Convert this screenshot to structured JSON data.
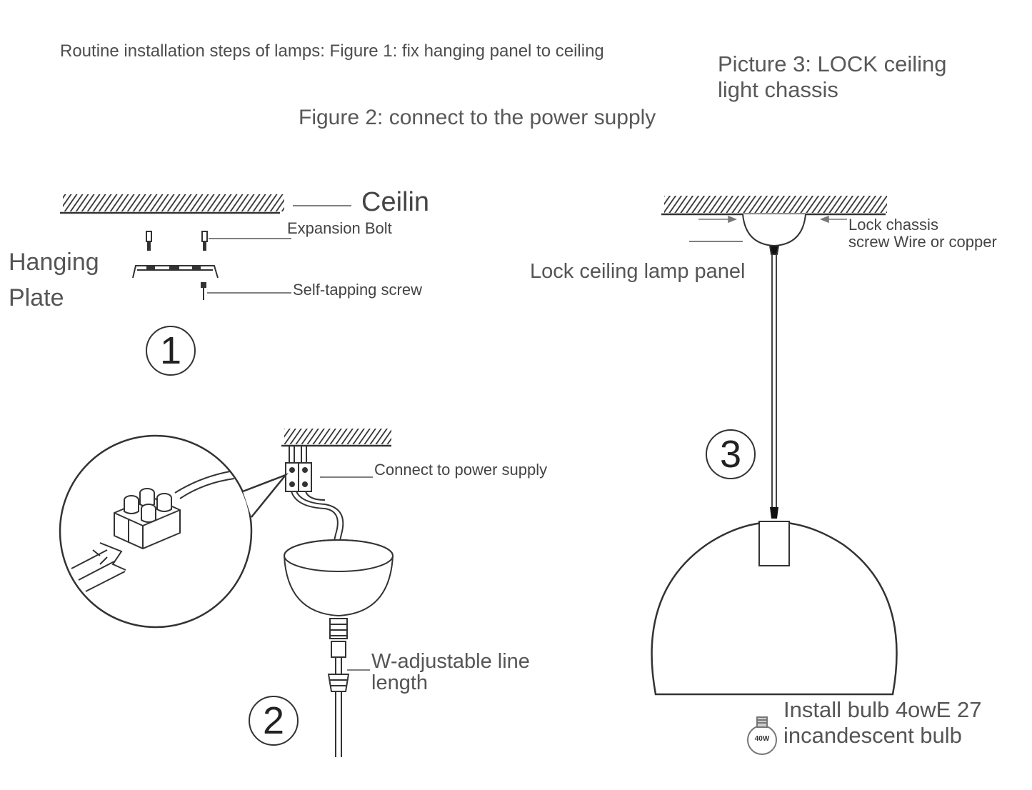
{
  "titles": {
    "figure1": "Routine installation steps of lamps: Figure 1: fix hanging panel to ceiling",
    "figure2": "Figure 2: connect to the power supply",
    "picture3_line1": "Picture 3: LOCK ceiling",
    "picture3_line2": "light chassis"
  },
  "step1": {
    "number": "1",
    "ceiling_label": "Ceilin",
    "expansion_bolt_label": "Expansion Bolt",
    "hanging_plate_line1": "Hanging",
    "hanging_plate_line2": "Plate",
    "screw_label": "Self-tapping screw"
  },
  "step2": {
    "number": "2",
    "connect_label": "Connect to power supply",
    "adjust_line1": "W-adjustable line",
    "adjust_line2": "length"
  },
  "step3": {
    "number": "3",
    "lock_panel_label": "Lock ceiling lamp panel",
    "chassis_line1": "Lock chassis",
    "chassis_line2": "screw Wire or copper",
    "bulb_line1": "Install bulb 4owE 27",
    "bulb_line2": "incandescent bulb",
    "bulb_badge": "40W"
  },
  "icons": [
    "ceiling-hatch-icon",
    "expansion-bolt-icon",
    "hanging-plate-icon",
    "screw-icon",
    "terminal-block-icon",
    "canopy-icon",
    "pendant-shade-icon",
    "light-bulb-icon"
  ]
}
